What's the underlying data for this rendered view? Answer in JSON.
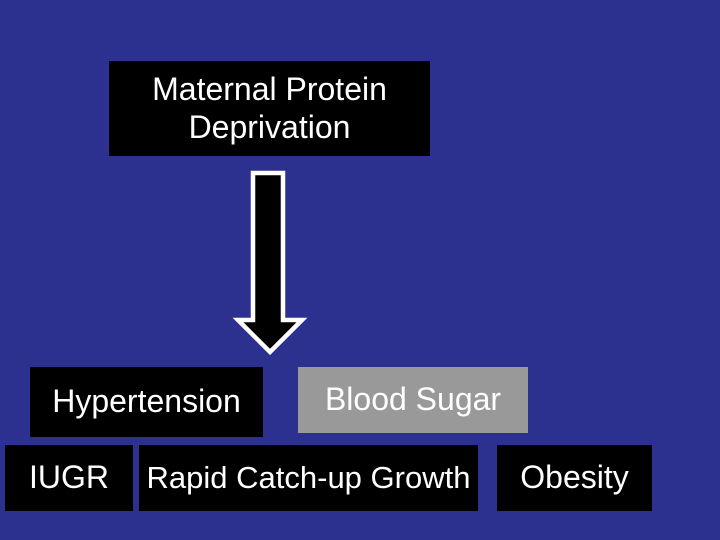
{
  "slide": {
    "boxes": {
      "title": {
        "label": "Maternal Protein Deprivation"
      },
      "hypertension": {
        "label": "Hypertension"
      },
      "blood_sugar": {
        "label": "Blood Sugar"
      },
      "iugr": {
        "label": "IUGR"
      },
      "rapid_catchup": {
        "label": "Rapid Catch-up Growth"
      },
      "obesity": {
        "label": "Obesity"
      }
    },
    "icons": {
      "down_arrow": "down-arrow"
    }
  },
  "colors": {
    "background": "#2C3190",
    "box_black": "#000000",
    "box_gray": "#999999",
    "text_white": "#FFFFFF"
  }
}
